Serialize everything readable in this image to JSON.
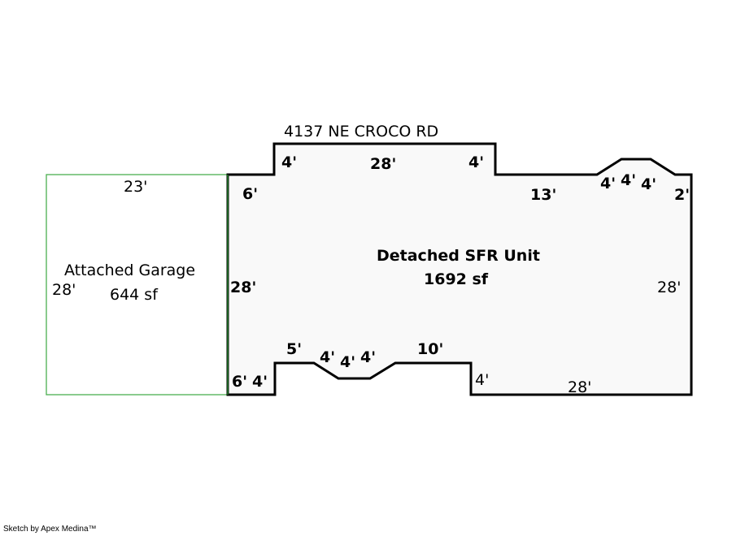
{
  "address": "4137 NE CROCO RD",
  "colors": {
    "garage_stroke": "#4caf50",
    "building_stroke": "#000000",
    "building_fill": "#f9f9f9"
  },
  "garage": {
    "name": "Attached Garage",
    "area": "644 sf",
    "dims": {
      "top": "23'",
      "left": "28'"
    }
  },
  "building": {
    "name": "Detached SFR Unit",
    "area": "1692 sf",
    "dims": {
      "top_left_rise": "4'",
      "top": "28'",
      "top_right_drop": "4'",
      "left_top": "6'",
      "left": "28'",
      "upper_right": "13'",
      "bay_a": "4'",
      "bay_b": "4'",
      "bay_c": "4'",
      "right_step": "2'",
      "right": "28'",
      "bottom": "28'",
      "bottom_step": "4'",
      "bottom_mid": "10'",
      "notch_a": "4'",
      "notch_b": "4'",
      "notch_c": "4'",
      "bottom_left_step": "5'",
      "bottom_left_a": "6'",
      "bottom_left_b": "4'"
    }
  },
  "footer": "Sketch by Apex Medina™"
}
